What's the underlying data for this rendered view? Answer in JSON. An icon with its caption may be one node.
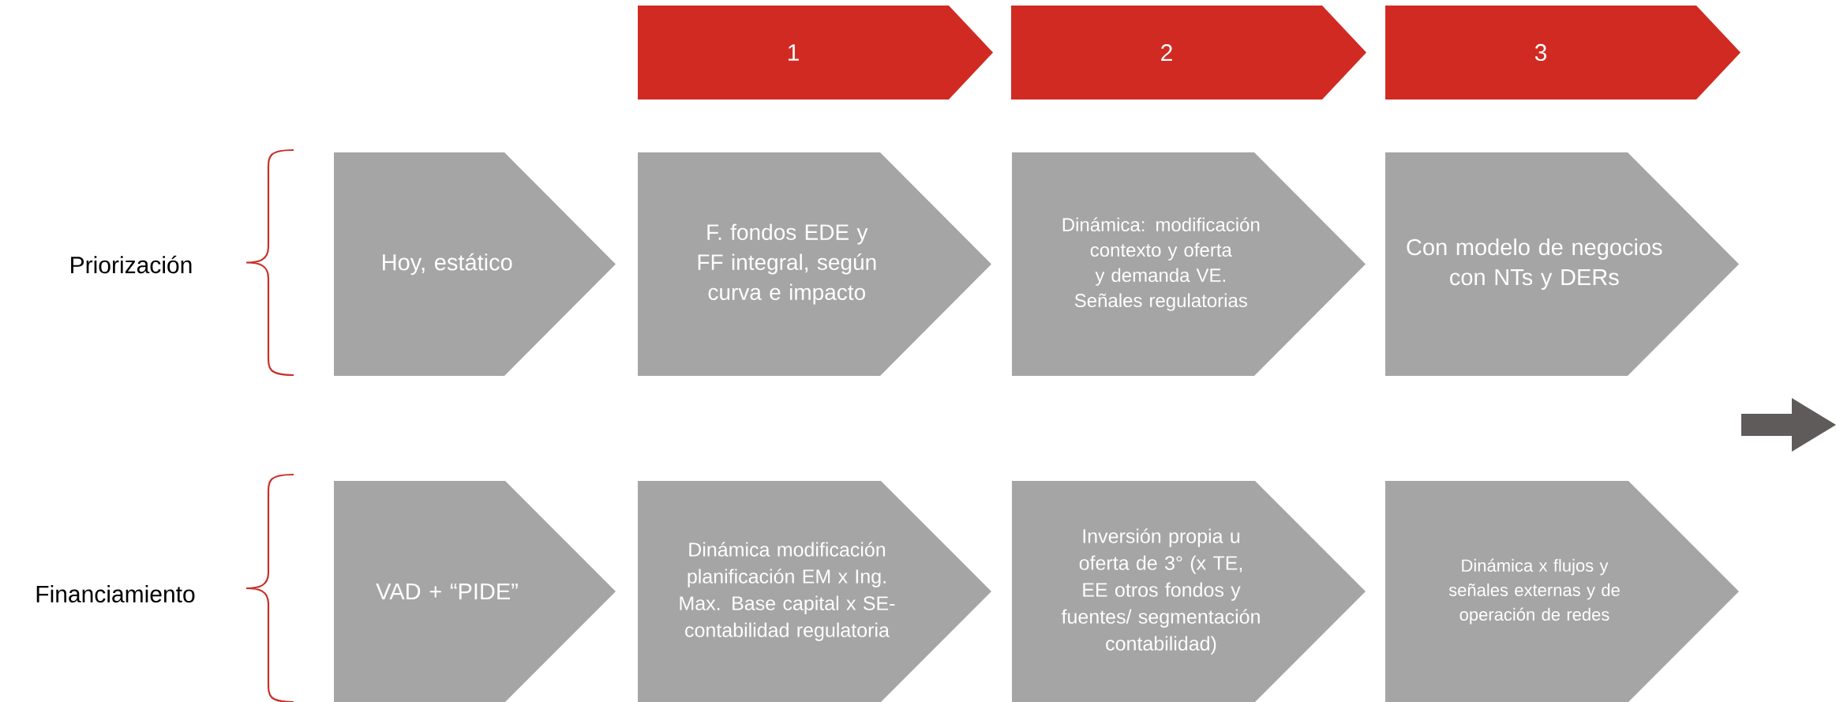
{
  "diagram": {
    "nodes": [
      {
        "text": [
          "1"
        ]
      },
      {
        "text": [
          "2"
        ]
      },
      {
        "text": [
          "3"
        ]
      },
      {
        "text": [
          "Hoy, estático"
        ]
      },
      {
        "text": [
          "F. fondos EDE y FF integral, según curva e impacto"
        ]
      },
      {
        "text": [
          "Dinámica: modificación contexto y oferta y demanda VE. Señales regulatorias"
        ]
      },
      {
        "text": [
          "Con modelo de negocios con NTs y DERs"
        ]
      },
      {
        "text": [
          "VAD + “PIDE”"
        ]
      },
      {
        "text": [
          "Dinámica modificación planificación EM x Ing. Max. Base capital x SE- contabilidad regulatoria"
        ]
      },
      {
        "text": [
          "Inversión propia u oferta de 3° (x TE, EE otros fondos y fuentes/ segmentación contabilidad)"
        ]
      },
      {
        "text": [
          "Dinámica x flujos y señales externas y de operación de redes"
        ]
      }
    ],
    "labels": [
      "Priorización",
      "Financiamiento"
    ]
  }
}
